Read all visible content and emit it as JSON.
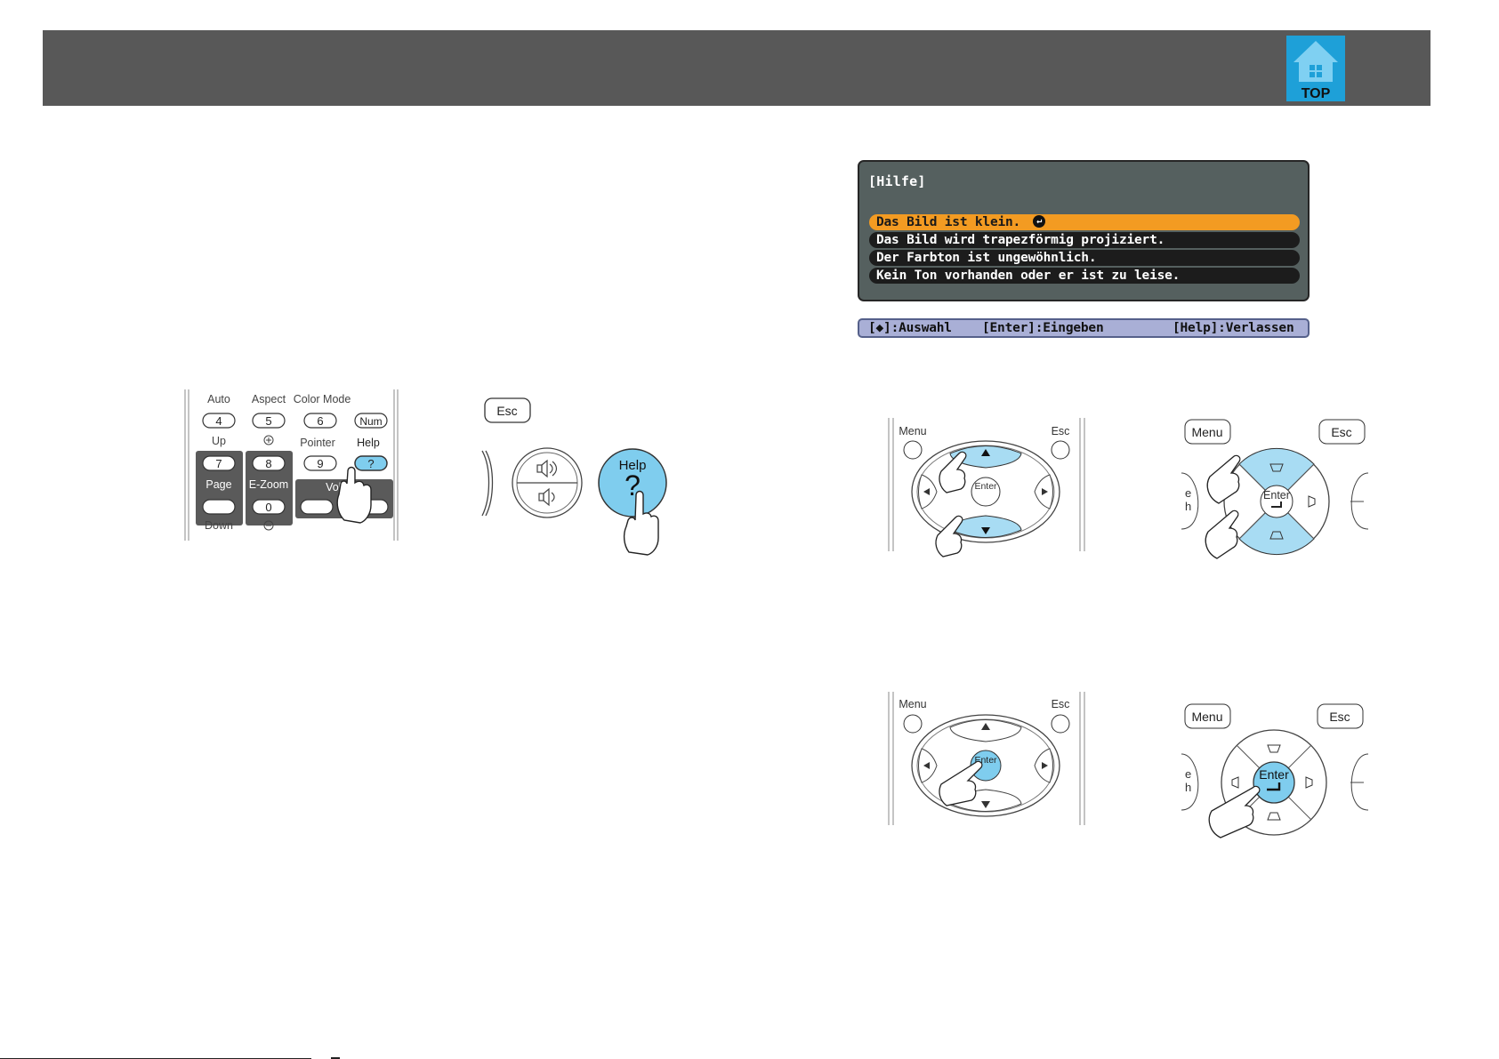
{
  "header": {
    "logo_text": "TOP"
  },
  "help_menu": {
    "title": "[Hilfe]",
    "items": [
      {
        "label": "Das Bild ist klein.",
        "selected": true
      },
      {
        "label": "Das Bild wird trapezförmig projiziert.",
        "selected": false
      },
      {
        "label": "Der Farbton ist ungewöhnlich.",
        "selected": false
      },
      {
        "label": "Kein Ton vorhanden oder er ist zu leise.",
        "selected": false
      }
    ],
    "selected_color": "#f39b22"
  },
  "guide_bar": {
    "select": "[◆]:Auswahl",
    "enter": "[Enter]:Eingeben",
    "exit": "[Help]:Verlassen"
  },
  "remote_control": {
    "labels": {
      "auto": "Auto",
      "aspect": "Aspect",
      "color_mode": "Color Mode",
      "num": "Num",
      "up": "Up",
      "pointer": "Pointer",
      "help": "Help",
      "page": "Page",
      "ezoom": "E-Zoom",
      "volume": "Volume",
      "down": "Down"
    },
    "keys": {
      "k4": "4",
      "k5": "5",
      "k6": "6",
      "k7": "7",
      "k8": "8",
      "k9": "9",
      "k0": "0",
      "help_key": "?"
    }
  },
  "projector_panel": {
    "esc": "Esc",
    "help_label": "Help",
    "help_symbol": "?"
  },
  "nav": {
    "menu": "Menu",
    "esc": "Esc",
    "enter": "Enter",
    "side_e": "e",
    "side_h": "h"
  },
  "colors": {
    "highlight_blue": "#a8dcf3",
    "header_gray": "#585858",
    "help_button_blue": "#7fcdee"
  }
}
